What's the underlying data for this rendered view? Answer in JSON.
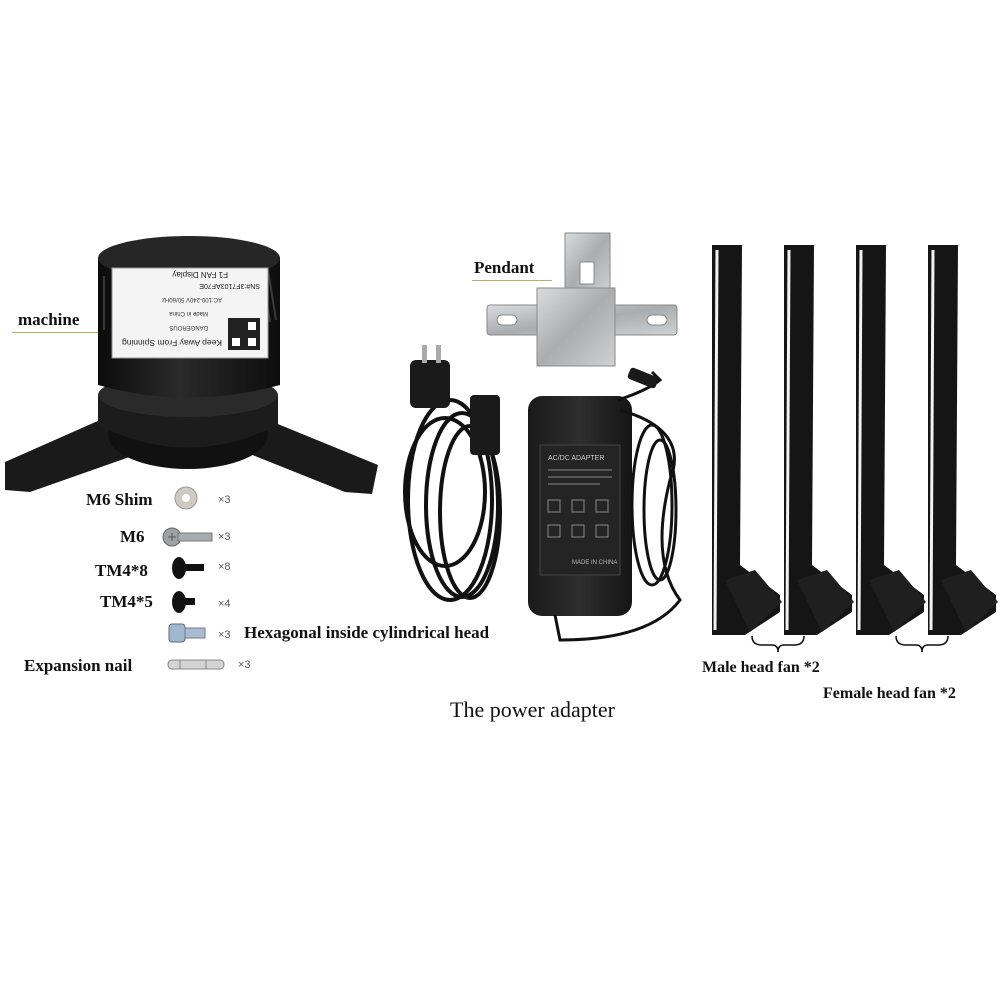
{
  "labels": {
    "machine": "machine",
    "pendant": "Pendant",
    "m6_shim": "M6 Shim",
    "m6": "M6",
    "tm48": "TM4*8",
    "tm45": "TM4*5",
    "hex_head": "Hexagonal inside cylindrical head",
    "expansion_nail": "Expansion nail",
    "male_fan": "Male head fan *2",
    "female_fan": "Female head fan *2",
    "power_adapter": "The power adapter"
  },
  "quantities": {
    "m6_shim": "×3",
    "m6": "×3",
    "tm48": "×8",
    "tm45": "×4",
    "hex_head": "×3",
    "expansion_nail": "×3"
  },
  "machine_sticker": {
    "warning": "Keep Away From Spinning",
    "danger": "DANGEROUS",
    "made_in": "Made in China",
    "voltage": "AC:100-240V 50/60Hz",
    "serial": "SN#:3F7103AF70E",
    "product": "F1 FAN Display"
  },
  "adapter_sticker": {
    "title": "AC/DC ADAPTER",
    "made_in": "MADE IN CHINA"
  },
  "colors": {
    "product_black": "#151515",
    "metal": "#b9bcbe",
    "underline": "#c9a56a"
  }
}
